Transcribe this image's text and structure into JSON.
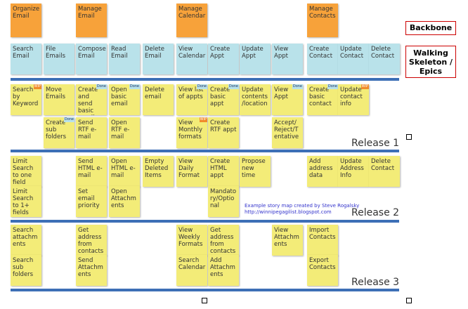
{
  "backbone": [
    {
      "text": "Organize Email"
    },
    {
      "text": "Manage Email"
    },
    {
      "text": "Manage Calendar"
    },
    {
      "text": "Manage Contacts"
    }
  ],
  "skeleton": [
    {
      "text": "Search Email"
    },
    {
      "text": "File Emails"
    },
    {
      "text": "Compose Email"
    },
    {
      "text": "Read Email"
    },
    {
      "text": "Delete Email"
    },
    {
      "text": "View Calendar"
    },
    {
      "text": "Create Appt"
    },
    {
      "text": "Update Appt"
    },
    {
      "text": "View Appt"
    },
    {
      "text": "Create Contact"
    },
    {
      "text": "Update Contact"
    },
    {
      "text": "Delete Contact"
    }
  ],
  "stories": [
    {
      "text": "Search by Keyword",
      "tag": "WIP"
    },
    {
      "text": "Move Emails"
    },
    {
      "text": "Create and send basic email",
      "tag": "Done"
    },
    {
      "text": "Open basic email",
      "tag": "Done"
    },
    {
      "text": "Delete email"
    },
    {
      "text": "View list of appts",
      "tag": "Done"
    },
    {
      "text": "Create basic appt",
      "tag": "Done"
    },
    {
      "text": "Update contents /location"
    },
    {
      "text": "View Appt",
      "tag": "Done"
    },
    {
      "text": "Create basic contact",
      "tag": "Done"
    },
    {
      "text": "Update contact info",
      "tag": "WIP"
    },
    {
      "text": "Create sub folders",
      "tag": "Done"
    },
    {
      "text": "Send RTF e-mail"
    },
    {
      "text": "Open RTF e-mail"
    },
    {
      "text": "View Monthly formats",
      "tag": "WIP"
    },
    {
      "text": "Create RTF appt"
    },
    {
      "text": "Accept/ Reject/T entative"
    },
    {
      "text": "Limit Search to one field"
    },
    {
      "text": "Send HTML e-mail"
    },
    {
      "text": "Open HTML e-mail"
    },
    {
      "text": "Empty Deleted Items"
    },
    {
      "text": "View Daily Format"
    },
    {
      "text": "Create HTML appt"
    },
    {
      "text": "Propose new time"
    },
    {
      "text": "Add address data"
    },
    {
      "text": "Update Address Info"
    },
    {
      "text": "Delete Contact"
    },
    {
      "text": "Limit Search to 1+ fields"
    },
    {
      "text": "Set email priority"
    },
    {
      "text": "Open Attachm ents"
    },
    {
      "text": "Mandato ry/Optio nal"
    },
    {
      "text": "Search attachm ents"
    },
    {
      "text": "Get address from contacts"
    },
    {
      "text": "View Weekly Formats"
    },
    {
      "text": "Get address from contacts"
    },
    {
      "text": "View Attachm ents"
    },
    {
      "text": "Import Contacts"
    },
    {
      "text": "Search sub folders"
    },
    {
      "text": "Send Attachm ents"
    },
    {
      "text": "Search Calendar"
    },
    {
      "text": "Add Attachm ents"
    },
    {
      "text": "Export Contacts"
    }
  ],
  "releases": [
    "Release 1",
    "Release 2",
    "Release 3"
  ],
  "legend": {
    "backbone": "Backbone",
    "skeleton": "Walking Skeleton / Epics"
  },
  "credit": {
    "line1": "Example story map created by Steve Rogalsky",
    "line2": "http://winnipegagilist.blogspot.com"
  }
}
